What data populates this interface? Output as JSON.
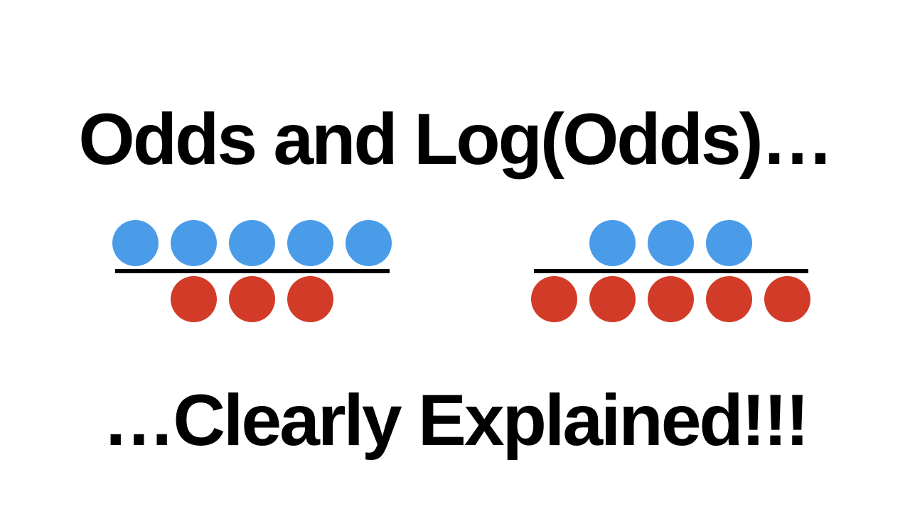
{
  "title": {
    "text": "Odds and Log(Odds)…"
  },
  "subtitle": {
    "text": "…Clearly Explained!!!"
  },
  "colors": {
    "background": "#ffffff",
    "text": "#000000",
    "line": "#000000",
    "blue": "#4a9ce9",
    "red": "#d23b27"
  },
  "fractions": [
    {
      "name": "left-odds",
      "numerator": {
        "color": "blue",
        "count": 5
      },
      "denominator": {
        "color": "red",
        "count": 3
      }
    },
    {
      "name": "right-odds",
      "numerator": {
        "color": "blue",
        "count": 3
      },
      "denominator": {
        "color": "red",
        "count": 5
      }
    }
  ]
}
